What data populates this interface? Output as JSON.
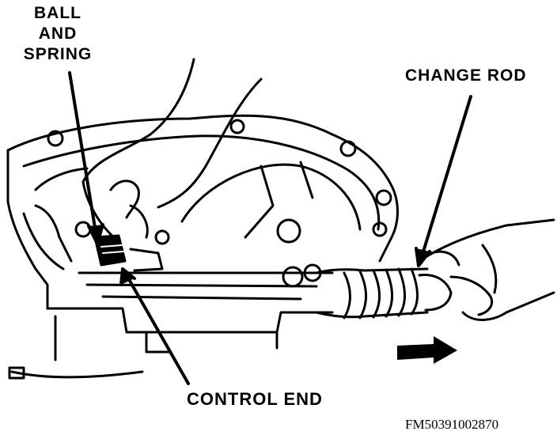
{
  "labels": {
    "ball_and_spring": [
      "BALL",
      "AND",
      "SPRING"
    ],
    "change_rod": "CHANGE ROD",
    "control_end": "CONTROL END"
  },
  "figure_code": "FM50391002870",
  "colors": {
    "ink": "#000000",
    "paper": "#ffffff"
  }
}
